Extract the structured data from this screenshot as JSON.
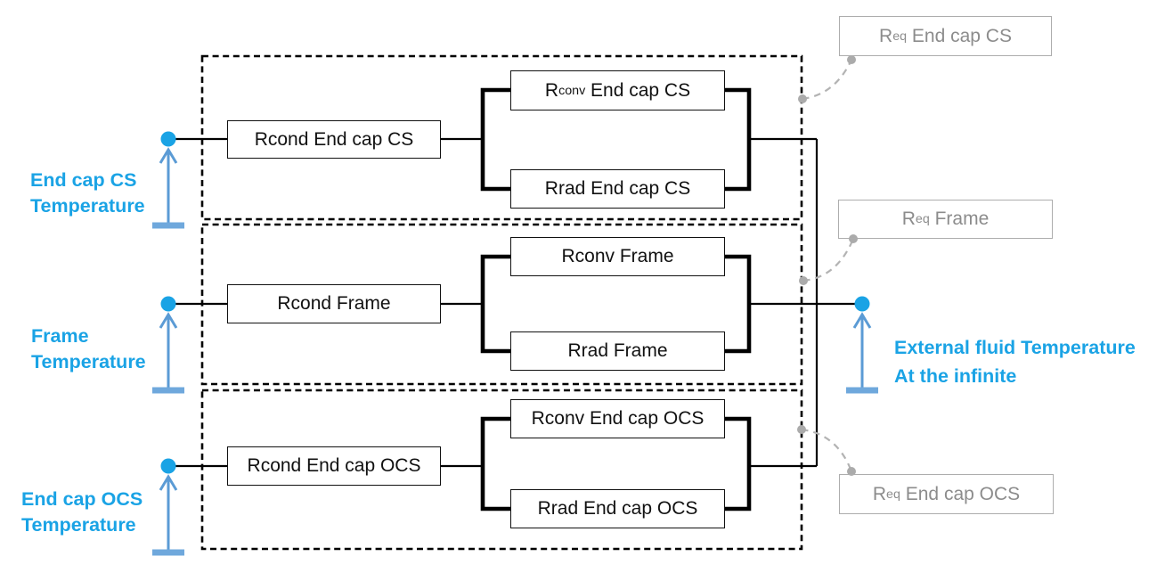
{
  "colors": {
    "node_cyan": "#1AA3E5",
    "probe_blue": "#5B9BD5",
    "wire_black": "#000000",
    "callout_gray": "#ABABAB"
  },
  "left_nodes": [
    {
      "line1": "End cap CS",
      "line2": "Temperature"
    },
    {
      "line1": "Frame",
      "line2": "Temperature"
    },
    {
      "line1": "End cap OCS",
      "line2": "Temperature"
    }
  ],
  "right_node": {
    "line1": "External fluid Temperature",
    "line2": "At the infinite"
  },
  "branches": [
    {
      "rcond": {
        "pre": "Rcond End cap CS",
        "sub": "",
        "post": ""
      },
      "rconv": {
        "pre": "R",
        "sub": "conv",
        "post": " End cap CS"
      },
      "rrad": {
        "pre": "Rrad End cap CS",
        "sub": "",
        "post": ""
      },
      "req": {
        "pre": "R",
        "sub": "eq",
        "post": " End cap CS"
      }
    },
    {
      "rcond": {
        "pre": "Rcond Frame",
        "sub": "",
        "post": ""
      },
      "rconv": {
        "pre": "Rconv Frame",
        "sub": "",
        "post": ""
      },
      "rrad": {
        "pre": "Rrad Frame",
        "sub": "",
        "post": ""
      },
      "req": {
        "pre": "R",
        "sub": "eq",
        "post": " Frame"
      }
    },
    {
      "rcond": {
        "pre": "Rcond End cap OCS",
        "sub": "",
        "post": ""
      },
      "rconv": {
        "pre": "Rconv End cap OCS",
        "sub": "",
        "post": ""
      },
      "rrad": {
        "pre": "Rrad End cap OCS",
        "sub": "",
        "post": ""
      },
      "req": {
        "pre": "R",
        "sub": "eq",
        "post": " End cap OCS"
      }
    }
  ]
}
